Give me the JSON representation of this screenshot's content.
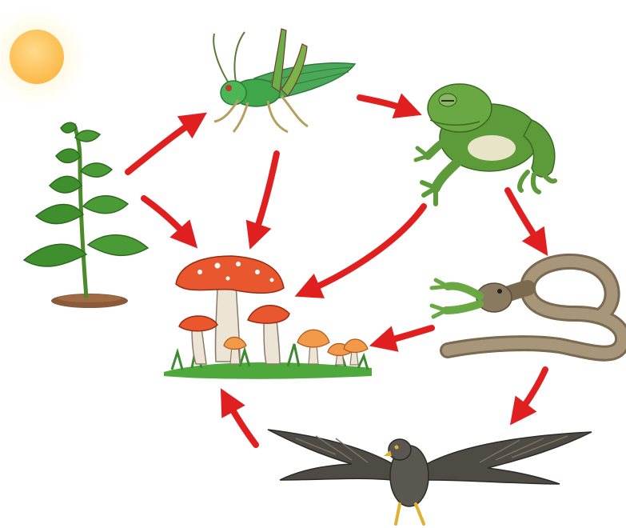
{
  "diagram": {
    "type": "food-web",
    "nodes": [
      {
        "id": "sun",
        "icon": "sun-icon"
      },
      {
        "id": "plant",
        "icon": "plant-icon"
      },
      {
        "id": "grasshopper",
        "icon": "grasshopper-icon"
      },
      {
        "id": "frog",
        "icon": "frog-icon"
      },
      {
        "id": "snake",
        "icon": "snake-eating-frog-icon"
      },
      {
        "id": "hawk",
        "icon": "hawk-icon"
      },
      {
        "id": "mushrooms",
        "icon": "mushrooms-decomposer-icon"
      }
    ],
    "edges": [
      {
        "from": "plant",
        "to": "grasshopper"
      },
      {
        "from": "plant",
        "to": "mushrooms"
      },
      {
        "from": "grasshopper",
        "to": "frog"
      },
      {
        "from": "grasshopper",
        "to": "mushrooms"
      },
      {
        "from": "frog",
        "to": "mushrooms"
      },
      {
        "from": "frog",
        "to": "snake"
      },
      {
        "from": "snake",
        "to": "mushrooms"
      },
      {
        "from": "snake",
        "to": "hawk"
      },
      {
        "from": "hawk",
        "to": "mushrooms"
      }
    ],
    "colors": {
      "arrow": "#e02020",
      "sun": "#ffc96b",
      "leaf": "#3f8f2e",
      "grasshopper": "#3fa64a",
      "frog": "#5d9a3a",
      "snake": "#8a7a60",
      "hawk": "#4e4a44",
      "mushroom_cap": "#e8572e",
      "small_mushroom_cap": "#f29a4a",
      "grass": "#4ea83c"
    }
  }
}
